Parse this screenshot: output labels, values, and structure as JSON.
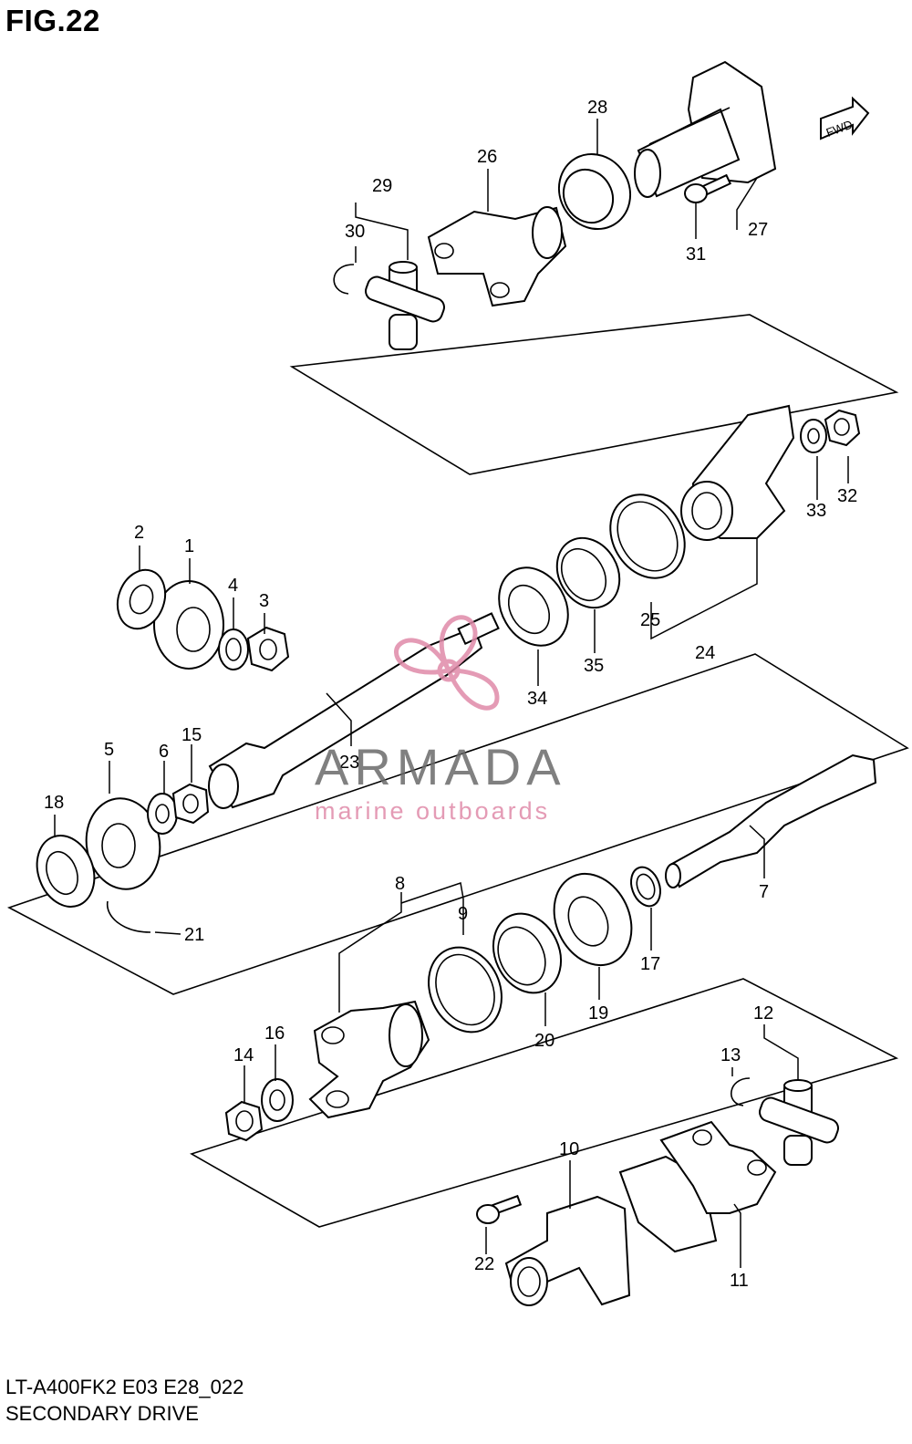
{
  "figure": {
    "title": "FIG.22",
    "model_code": "LT-A400FK2 E03 E28_022",
    "caption": "SECONDARY DRIVE",
    "direction_label": "FWD"
  },
  "watermark": {
    "name": "ARMADA",
    "tagline": "marine outboards",
    "logo_icon": "propeller-icon",
    "colors": {
      "logo": "#e08aa9",
      "name": "#6a6a6a"
    }
  },
  "callouts": [
    "1",
    "2",
    "3",
    "4",
    "5",
    "6",
    "7",
    "8",
    "9",
    "10",
    "11",
    "12",
    "13",
    "14",
    "15",
    "16",
    "17",
    "18",
    "19",
    "20",
    "21",
    "22",
    "23",
    "24",
    "25",
    "26",
    "27",
    "28",
    "29",
    "30",
    "31",
    "32",
    "33",
    "34",
    "35"
  ]
}
